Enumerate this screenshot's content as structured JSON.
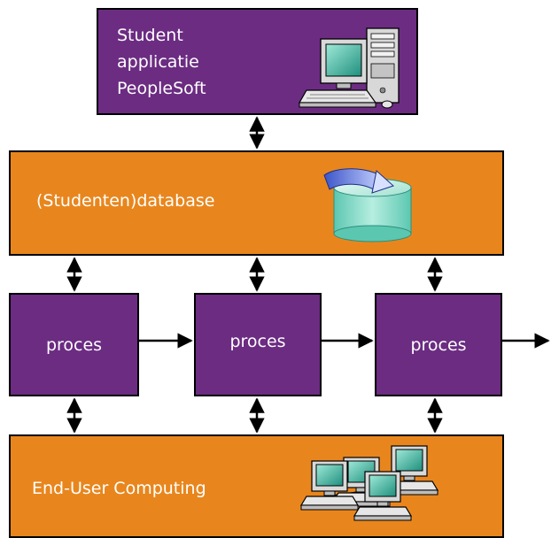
{
  "app": {
    "label_lines": [
      "Student",
      "applicatie",
      "PeopleSoft"
    ],
    "icon": "desktop-computer-icon"
  },
  "database": {
    "label": "(Studenten)database",
    "icon": "database-cylinder-icon"
  },
  "processes": [
    {
      "label": "proces"
    },
    {
      "label": "proces"
    },
    {
      "label": "proces"
    }
  ],
  "enduser": {
    "label": "End-User Computing",
    "icon": "networked-computers-icon"
  },
  "colors": {
    "purple": "#6b2c82",
    "orange": "#e8861d",
    "border": "#000000",
    "text": "#ffffff",
    "monitor_screen": "#3fb3a0",
    "cylinder": "#7fd6c4"
  }
}
